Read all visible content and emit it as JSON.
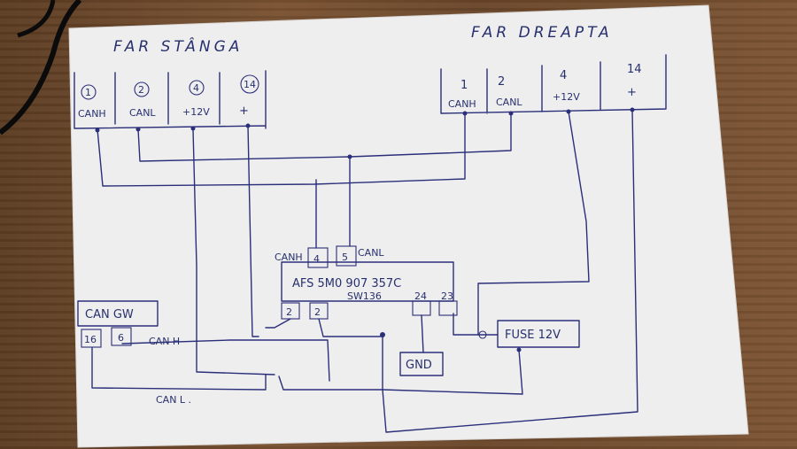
{
  "left_headlight": {
    "title": "FAR STÂNGA",
    "pins": [
      {
        "num": "1",
        "label": "CANH"
      },
      {
        "num": "2",
        "label": "CANL"
      },
      {
        "num": "4",
        "label": "+12V"
      },
      {
        "num": "14",
        "label": "+"
      }
    ]
  },
  "right_headlight": {
    "title": "FAR DREAPTA",
    "pins": [
      {
        "num": "1",
        "label": "CANH"
      },
      {
        "num": "2",
        "label": "CANL"
      },
      {
        "num": "4",
        "label": "+12V"
      },
      {
        "num": "14",
        "label": "+"
      }
    ]
  },
  "module": {
    "name": "AFS 5M0 907 357C",
    "sw": "SW136",
    "top_pins": [
      {
        "num": "4",
        "label": "CANH"
      },
      {
        "num": "5",
        "label": "CANL"
      }
    ],
    "bottom_pins": [
      "2",
      "2",
      "24",
      "23"
    ]
  },
  "can_gw": {
    "title": "CAN GW",
    "pins": [
      "16",
      "6"
    ]
  },
  "fuse": {
    "label": "FUSE 12V"
  },
  "ground": {
    "label": "GND"
  },
  "wire_labels": {
    "canh": "CAN H",
    "canl": "CAN L ."
  }
}
